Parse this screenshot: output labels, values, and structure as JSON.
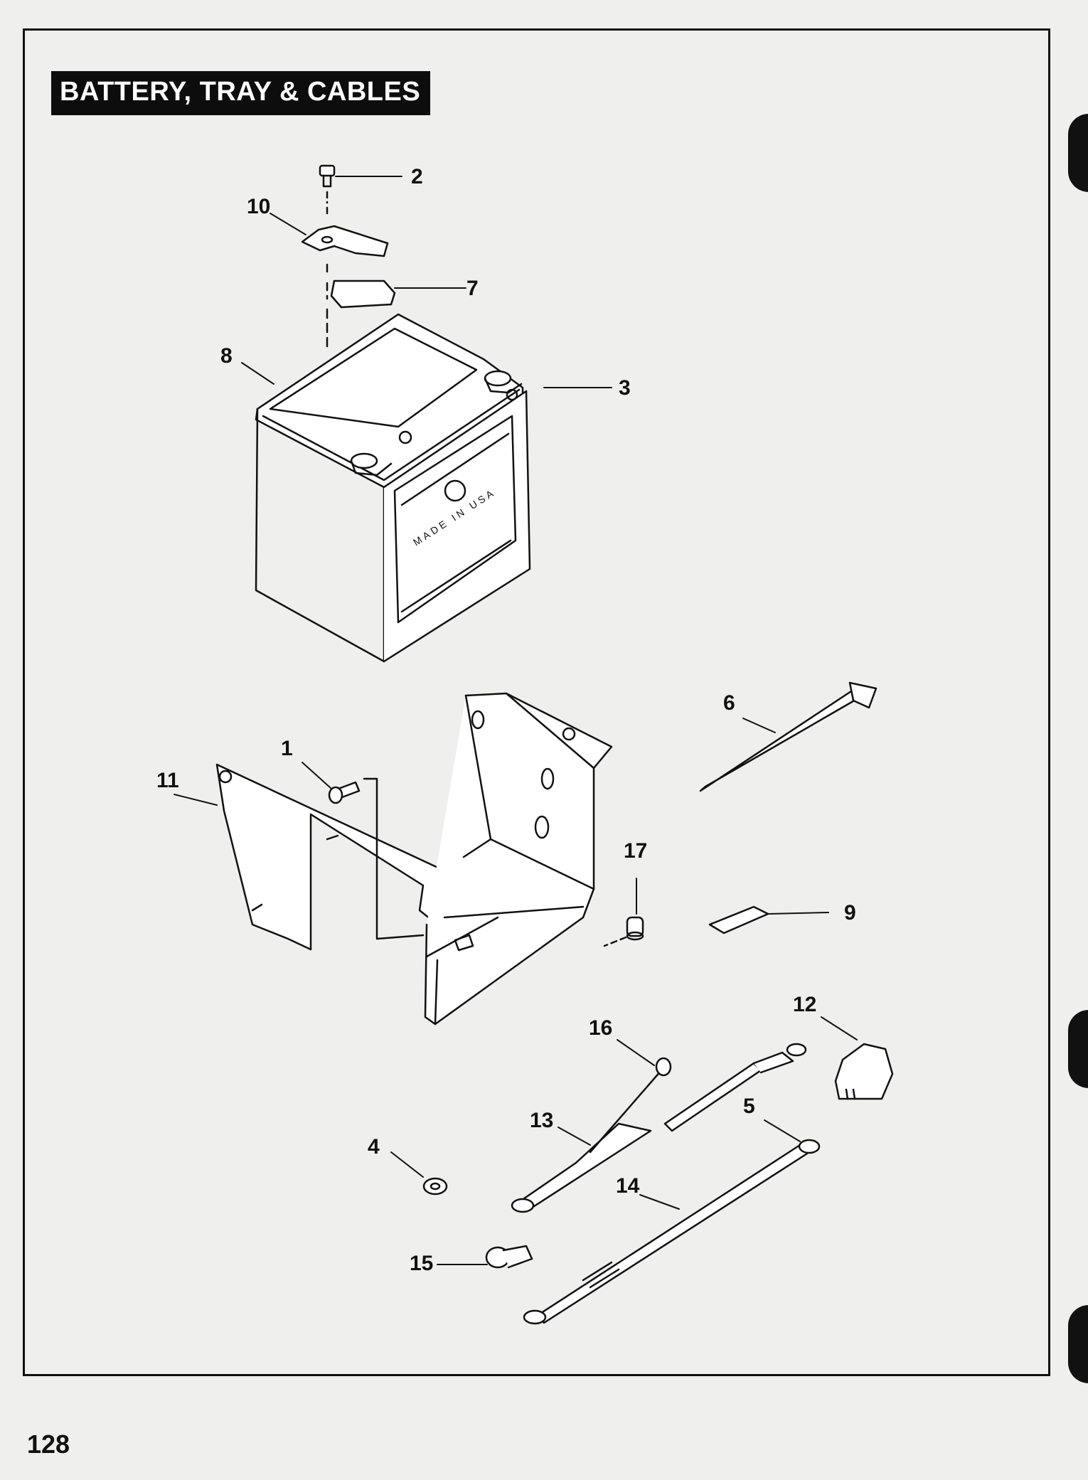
{
  "header": {
    "title": "BATTERY, TRAY & CABLES"
  },
  "footer": {
    "page_number": "128"
  },
  "diagram": {
    "battery_label": "MADE IN USA",
    "callouts": [
      "1",
      "2",
      "3",
      "4",
      "5",
      "6",
      "7",
      "8",
      "9",
      "10",
      "11",
      "12",
      "13",
      "14",
      "15",
      "16",
      "17"
    ]
  }
}
